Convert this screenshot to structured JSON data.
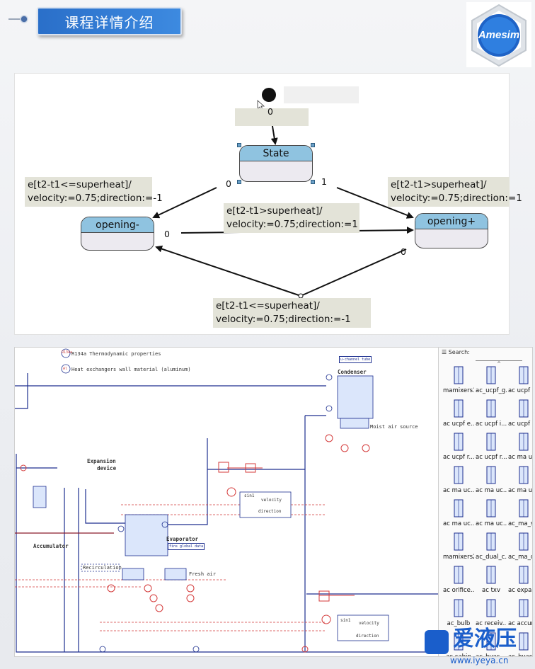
{
  "header": {
    "title": "课程详情介绍",
    "logo_text": "Amesim"
  },
  "statechart": {
    "initial_label": "0",
    "states": [
      {
        "name": "State"
      },
      {
        "name": "opening-"
      },
      {
        "name": "opening+"
      }
    ],
    "ports": {
      "state_left": "0",
      "state_right": "1",
      "opening_minus": "0",
      "opening_plus": "0"
    },
    "transitions": [
      {
        "line1": "e[t2-t1<=superheat]/",
        "line2": "velocity:=0.75;direction:=-1"
      },
      {
        "line1": "e[t2-t1>superheat]/",
        "line2": "velocity:=0.75;direction:=1"
      },
      {
        "line1": "e[t2-t1>superheat]/",
        "line2": "velocity:=0.75;direction:=1"
      },
      {
        "line1": "e[t2-t1<=superheat]/",
        "line2": "velocity:=0.75;direction:=-1"
      }
    ]
  },
  "sketch": {
    "legend": [
      {
        "symbol": "R134a",
        "text": "R134a Thermodynamic properties"
      },
      {
        "symbol": "Al",
        "text": "Heat exchangers wall material (aluminum)"
      }
    ],
    "labels": {
      "condenser": "Condenser",
      "moist_air": "Moist air source",
      "expansion": "Expansion",
      "device": "device",
      "accumulator": "Accumulator",
      "evaporator": "Evaporator",
      "recirculation": "Recirculation",
      "fresh_air": "Fresh air",
      "global_note": "u-channel tube",
      "global_note2": "fins global data",
      "velocity": "velocity",
      "direction": "direction",
      "sin1": "sin1"
    }
  },
  "library": {
    "search_label": "Search:",
    "items": [
      "mamixers1",
      "ac_ucpf_g...",
      "ac ucpf e...",
      "ac ucpf e...",
      "ac ucpf i...",
      "ac ucpf i...",
      "ac ucpf r...",
      "ac ucpf r...",
      "ac ma uc...",
      "ac ma uc...",
      "ac ma uc...",
      "ac ma uc...",
      "ac ma uc...",
      "ac ma uc...",
      "ac_ma_so...",
      "mamixers2",
      "ac_dual_c...",
      "ac_ma_du...",
      "ac orifice...",
      "ac txv",
      "ac expan...",
      "ac_bulb",
      "ac receiv...",
      "ac accum...",
      "ac cabin",
      "ac_hvac_...",
      "ac_hvac_..."
    ]
  },
  "watermark": {
    "brand": "爱液压",
    "url": "www.iyeya.cn"
  },
  "colors": {
    "accent": "#2a6fc9",
    "state_header": "#8fc3e0",
    "note_bg": "#e3e3d8",
    "hydraulic_blue": "#1d2f8f",
    "signal_red": "#d43a3a"
  }
}
